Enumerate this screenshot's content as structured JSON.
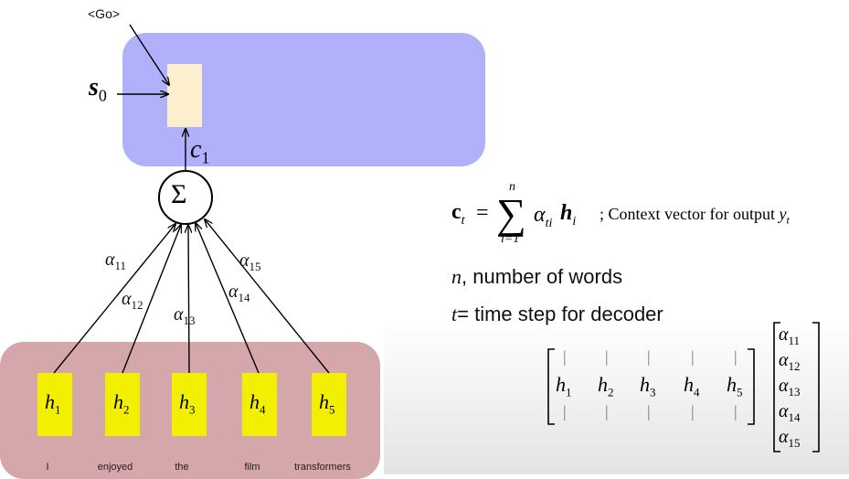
{
  "decoder": {
    "input_token": "<Go>",
    "state_label": "s",
    "state_index": "0",
    "context_label": "c",
    "context_index": "1",
    "sum_symbol": "Σ"
  },
  "encoder": {
    "hidden_states": [
      {
        "label": "h",
        "index": "1"
      },
      {
        "label": "h",
        "index": "2"
      },
      {
        "label": "h",
        "index": "3"
      },
      {
        "label": "h",
        "index": "4"
      },
      {
        "label": "h",
        "index": "5"
      }
    ],
    "words": [
      "I",
      "enjoyed",
      "the",
      "film",
      "transformers"
    ]
  },
  "attention_weights": [
    {
      "label": "α",
      "index": "11"
    },
    {
      "label": "α",
      "index": "12"
    },
    {
      "label": "α",
      "index": "13"
    },
    {
      "label": "α",
      "index": "14"
    },
    {
      "label": "α",
      "index": "15"
    }
  ],
  "formula": {
    "lhs": "c",
    "lhs_index": "t",
    "equals": "=",
    "sum_upper": "n",
    "sum_lower": "i=1",
    "sum_symbol": "∑",
    "term_alpha": "α",
    "term_alpha_index": "ti",
    "term_h": "h",
    "term_h_index": "i",
    "note": "; Context vector for output ",
    "note_var": "y",
    "note_var_index": "t"
  },
  "definitions": [
    {
      "symbol": "n",
      "text": ", number of words"
    },
    {
      "symbol": "t",
      "text": "= time step for decoder"
    }
  ],
  "matrix": {
    "columns": [
      {
        "label": "h",
        "index": "1"
      },
      {
        "label": "h",
        "index": "2"
      },
      {
        "label": "h",
        "index": "3"
      },
      {
        "label": "h",
        "index": "4"
      },
      {
        "label": "h",
        "index": "5"
      }
    ],
    "bar": "|",
    "vector": [
      {
        "label": "α",
        "index": "11"
      },
      {
        "label": "α",
        "index": "12"
      },
      {
        "label": "α",
        "index": "13"
      },
      {
        "label": "α",
        "index": "14"
      },
      {
        "label": "α",
        "index": "15"
      }
    ]
  }
}
